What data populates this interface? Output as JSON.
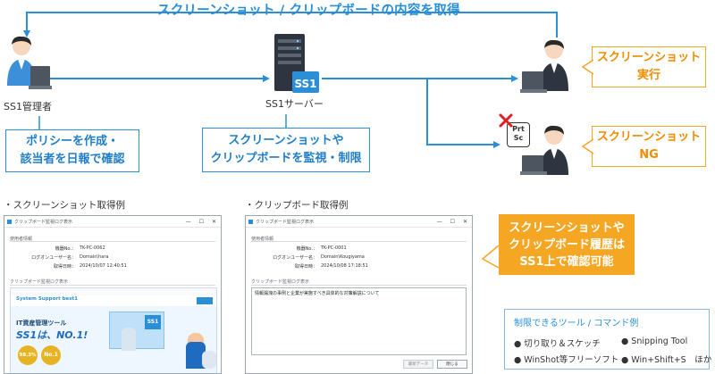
{
  "title": "スクリーンショット / クリップボードの内容を取得",
  "admin": {
    "label": "SS1管理者",
    "note_line1": "ポリシーを作成・",
    "note_line2": "該当者を日報で確認"
  },
  "server": {
    "label": "SS1サーバー",
    "badge": "SS1",
    "note_line1": "スクリーンショットや",
    "note_line2": "クリップボードを監視・制限"
  },
  "user_allowed": {
    "label_line1": "スクリーンショット",
    "label_line2": "実行"
  },
  "user_blocked": {
    "label_line1": "スクリーンショット",
    "label_line2": "NG",
    "key_line1": "Prt",
    "key_line2": "Sc"
  },
  "screenshot_example": {
    "caption": "・スクリーンショット取得例",
    "window_title": "クリップボード監視ログ表示",
    "section1": "使用者情報",
    "rows": [
      {
        "key": "機器No.：",
        "value": "TK-PC-0062"
      },
      {
        "key": "ログオンユーザー名：",
        "value": "Domain\\hara"
      },
      {
        "key": "取得日時：",
        "value": "2024/10/07 12:40:51"
      }
    ],
    "section2": "クリップボード監視ログ表示",
    "web_logo": "System Support best1",
    "web_sub": "IT資産管理ツール",
    "web_headline": "SS1は、NO.1!",
    "web_badge": "SS1",
    "stat1": "98.3%",
    "stat2": "No.1"
  },
  "clipboard_example": {
    "caption": "・クリップボード取得例",
    "window_title": "クリップボード監視ログ表示",
    "section1": "使用者情報",
    "rows": [
      {
        "key": "機器No.：",
        "value": "TK-PC-0001"
      },
      {
        "key": "ログオンユーザー名：",
        "value": "Domain\\Kougiyama"
      },
      {
        "key": "取得日時：",
        "value": "2024/10/08 17:18:51"
      }
    ],
    "section2": "クリップボード監視ログ表示",
    "clip_text": "情報漏洩の事例と企業が実施すべき具体的な対策解説について",
    "btn1": "最新データ",
    "btn2": "閉じる"
  },
  "note": {
    "line1": "スクリーンショットや",
    "line2": "クリップボード履歴は",
    "line3": "SS1上で確認可能"
  },
  "legend": {
    "title": "制限できるツール / コマンド例",
    "items": [
      "● 切り取り＆スケッチ",
      "● Snipping Tool",
      "● WinShot等フリーソフト",
      "● Win+Shift+S　ほか"
    ]
  },
  "colors": {
    "blue": "#2a8fd6",
    "orange": "#f5a623",
    "red": "#e02020"
  }
}
